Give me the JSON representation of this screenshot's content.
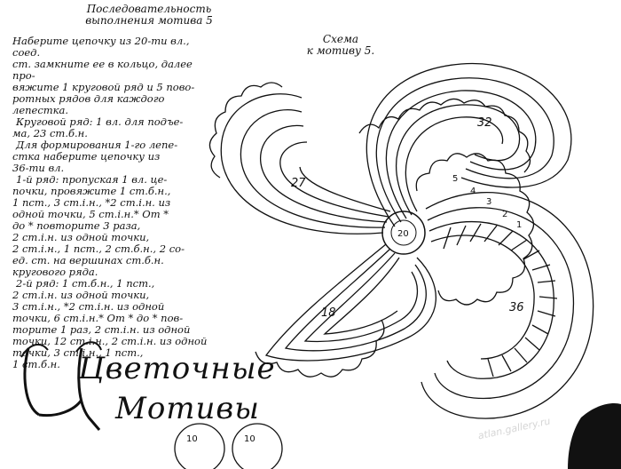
{
  "header": {
    "title_line1": "Последовательность",
    "title_line2": "выполнения мотива 5"
  },
  "instructions": [
    "Наберите цепочку из 20-ти вл., соед.",
    "ст. замкните ее в кольцо, далее про-",
    "вяжите 1 круговой ряд и 5 пово-",
    "ротных рядов для каждого лепестка.",
    "Круговой ряд: 1 вл. для подъе-",
    "ма, 23 ст.б.н.",
    "Для формирования 1-го лепе-",
    "стка наберите цепочку из",
    "36-ти вл.",
    "1-й ряд: пропуская 1 вл. це-",
    "почки, провяжите 1 ст.б.н.,",
    "1 пст., 3 ст.i.н., *2 ст.i.н. из",
    "одной точки, 5 ст.i.н.* От *",
    "до * повторите 3 раза,",
    "2 ст.i.н. из одной точки,",
    "2 ст.i.н., 1 пст., 2 ст.б.н., 2 со-",
    "ед. ст. на вершинах ст.б.н.",
    "кругового ряда.",
    "2-й ряд: 1 ст.б.н., 1 пст.,",
    "2 ст.i.н. из одной точки,",
    "3 ст.i.н., *2 ст.i.н. из одной",
    "точки, 6 ст.i.н.* От * до * пов-",
    "торите 1 раз, 2 ст.i.н. из одной",
    "точки, 12 ст.i.н., 2 ст.i.н. из одной",
    "точки, 3 ст.i.н., 1 пст.,",
    "1 ст.б.н."
  ],
  "scheme": {
    "caption_line1": "Схема",
    "caption_line2": "к мотиву 5.",
    "labels": {
      "center": "20",
      "petal_top": "32",
      "petal_left": "27",
      "petal_bottom": "18",
      "petal_right": "36"
    },
    "row_markers": [
      "5",
      "4",
      "3",
      "2",
      "1"
    ],
    "bottom_rings": [
      "10",
      "10"
    ]
  },
  "heading": {
    "initial": "Ц",
    "line1": "Цветочные",
    "line2": "Мотивы"
  },
  "watermark": "atlan.gallery.ru"
}
